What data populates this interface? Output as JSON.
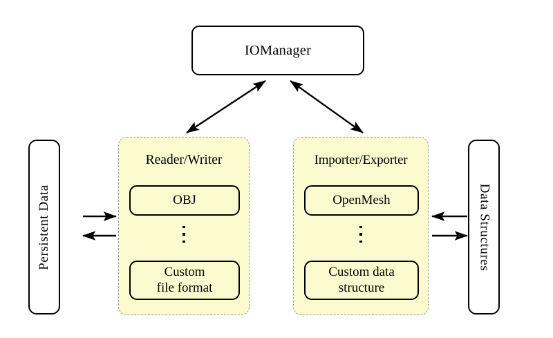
{
  "diagram": {
    "title_node": {
      "label": "IOManager"
    },
    "left_store": {
      "label": "Persistent Data"
    },
    "right_store": {
      "label": "Data Structures"
    },
    "panels": [
      {
        "id": "reader-writer",
        "title": "Reader/Writer",
        "top_item": "OBJ",
        "ellipsis": "⋮",
        "bottom_item_line1": "Custom",
        "bottom_item_line2": "file format"
      },
      {
        "id": "importer-exporter",
        "title": "Importer/Exporter",
        "top_item": "OpenMesh",
        "ellipsis": "⋮",
        "bottom_item_line1": "Custom data",
        "bottom_item_line2": "structure"
      }
    ],
    "connections": [
      {
        "name": "iomanager-to-reader-writer",
        "style": "double-headed-diagonal"
      },
      {
        "name": "iomanager-to-importer-exporter",
        "style": "double-headed-diagonal"
      },
      {
        "name": "persistent-data-to-reader-writer",
        "style": "single-headed-right"
      },
      {
        "name": "reader-writer-to-persistent-data",
        "style": "single-headed-left"
      },
      {
        "name": "data-structures-to-importer-exporter",
        "style": "single-headed-left"
      },
      {
        "name": "importer-exporter-to-data-structures",
        "style": "single-headed-right"
      }
    ],
    "colors": {
      "panel_fill": "#fbfbcf",
      "panel_border": "#9a9a9a",
      "node_border": "#000000",
      "node_fill": "#ffffff",
      "background": "#ffffff",
      "arrow": "#000000"
    }
  }
}
